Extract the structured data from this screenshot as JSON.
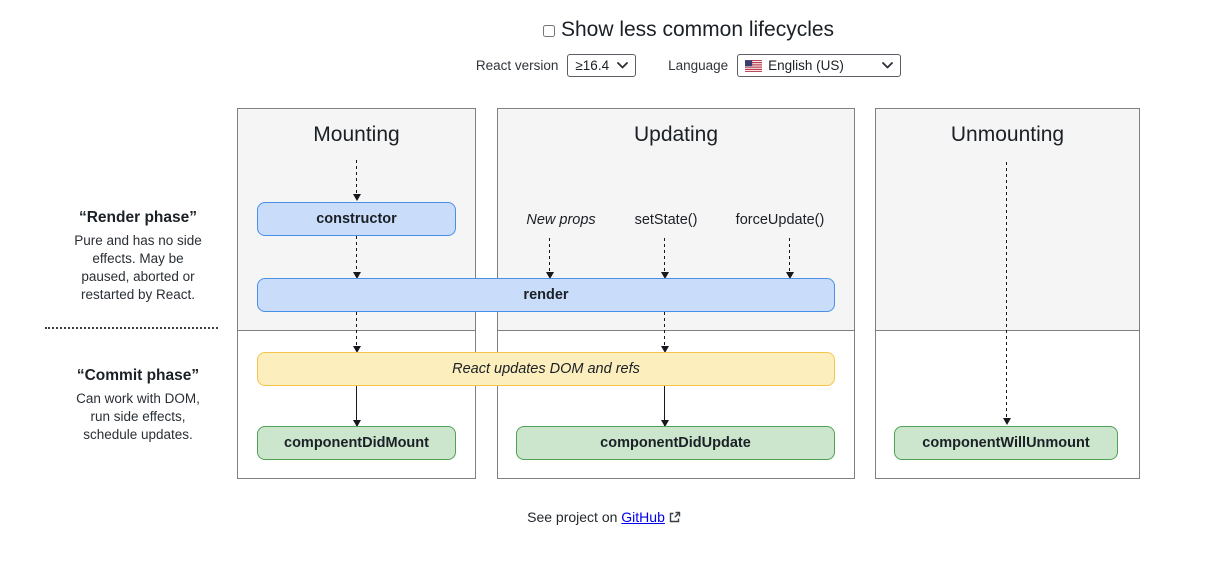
{
  "header": {
    "toggle_label": "Show less common lifecycles",
    "react_version_label": "React version",
    "react_version_value": "≥16.4",
    "language_label": "Language",
    "language_value": "English (US)"
  },
  "phases": {
    "render": {
      "title": "“Render phase”",
      "description": "Pure and has no side effects. May be paused, aborted or restarted by React."
    },
    "commit": {
      "title": "“Commit phase”",
      "description": "Can work with DOM, run side effects, schedule updates."
    }
  },
  "columns": {
    "mounting": {
      "title": "Mounting",
      "constructor_label": "constructor",
      "did_mount_label": "componentDidMount"
    },
    "updating": {
      "title": "Updating",
      "triggers": [
        "New props",
        "setState()",
        "forceUpdate()"
      ],
      "did_update_label": "componentDidUpdate"
    },
    "unmounting": {
      "title": "Unmounting",
      "will_unmount_label": "componentWillUnmount"
    }
  },
  "shared_boxes": {
    "render_label": "render",
    "dom_update_label": "React updates DOM and refs"
  },
  "footer": {
    "text": "See project on ",
    "link_label": "GitHub"
  },
  "colors": {
    "render_phase_box_bg": "#c9ddfa",
    "render_phase_box_border": "#4a8fe8",
    "dom_update_box_bg": "#fdeebd",
    "dom_update_box_border": "#f5c54b",
    "commit_box_bg": "#cce6cd",
    "commit_box_border": "#50a156",
    "column_bg": "#f5f5f5",
    "column_border": "#808080",
    "link_color": "#0000ee"
  }
}
